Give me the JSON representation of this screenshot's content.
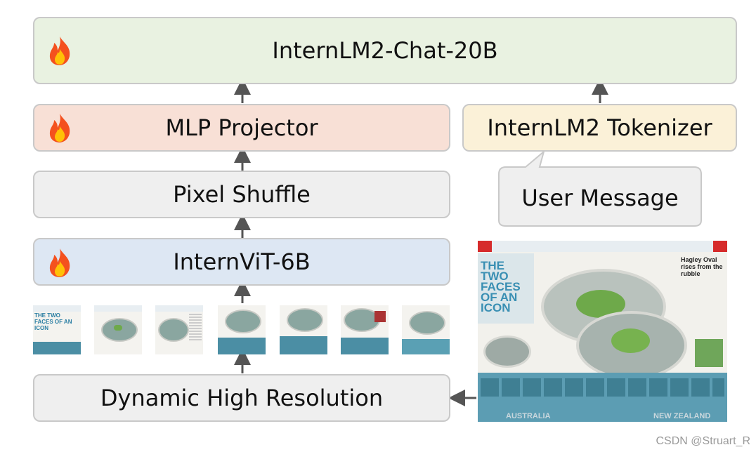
{
  "colors": {
    "llm_fill": "#e9f2e1",
    "mlp_fill": "#f8e0d6",
    "shuffle_fill": "#efefef",
    "vit_fill": "#dde7f3",
    "tokenizer_fill": "#fbf1d8",
    "dynamic_fill": "#efefef",
    "arrow": "#555555",
    "flame_outer": "#f4511e",
    "flame_inner": "#ffc107"
  },
  "llm": {
    "label": "InternLM2-Chat-20B",
    "icon": "fire-icon"
  },
  "mlp": {
    "label": "MLP Projector",
    "icon": "fire-icon"
  },
  "shuffle": {
    "label": "Pixel Shuffle"
  },
  "vit": {
    "label": "InternViT-6B",
    "icon": "fire-icon"
  },
  "tokenizer": {
    "label": "InternLM2 Tokenizer"
  },
  "user_message": {
    "label": "User Message"
  },
  "dynamic": {
    "label": "Dynamic High Resolution"
  },
  "thumb_title": "THE TWO FACES OF AN ICON",
  "poster": {
    "headline": "THE TWO FACES OF AN ICON",
    "right_title": "Hagley Oval rises from the rubble",
    "country_left": "AUSTRALIA",
    "country_right": "NEW ZEALAND"
  },
  "watermark": "CSDN @Struart_R"
}
